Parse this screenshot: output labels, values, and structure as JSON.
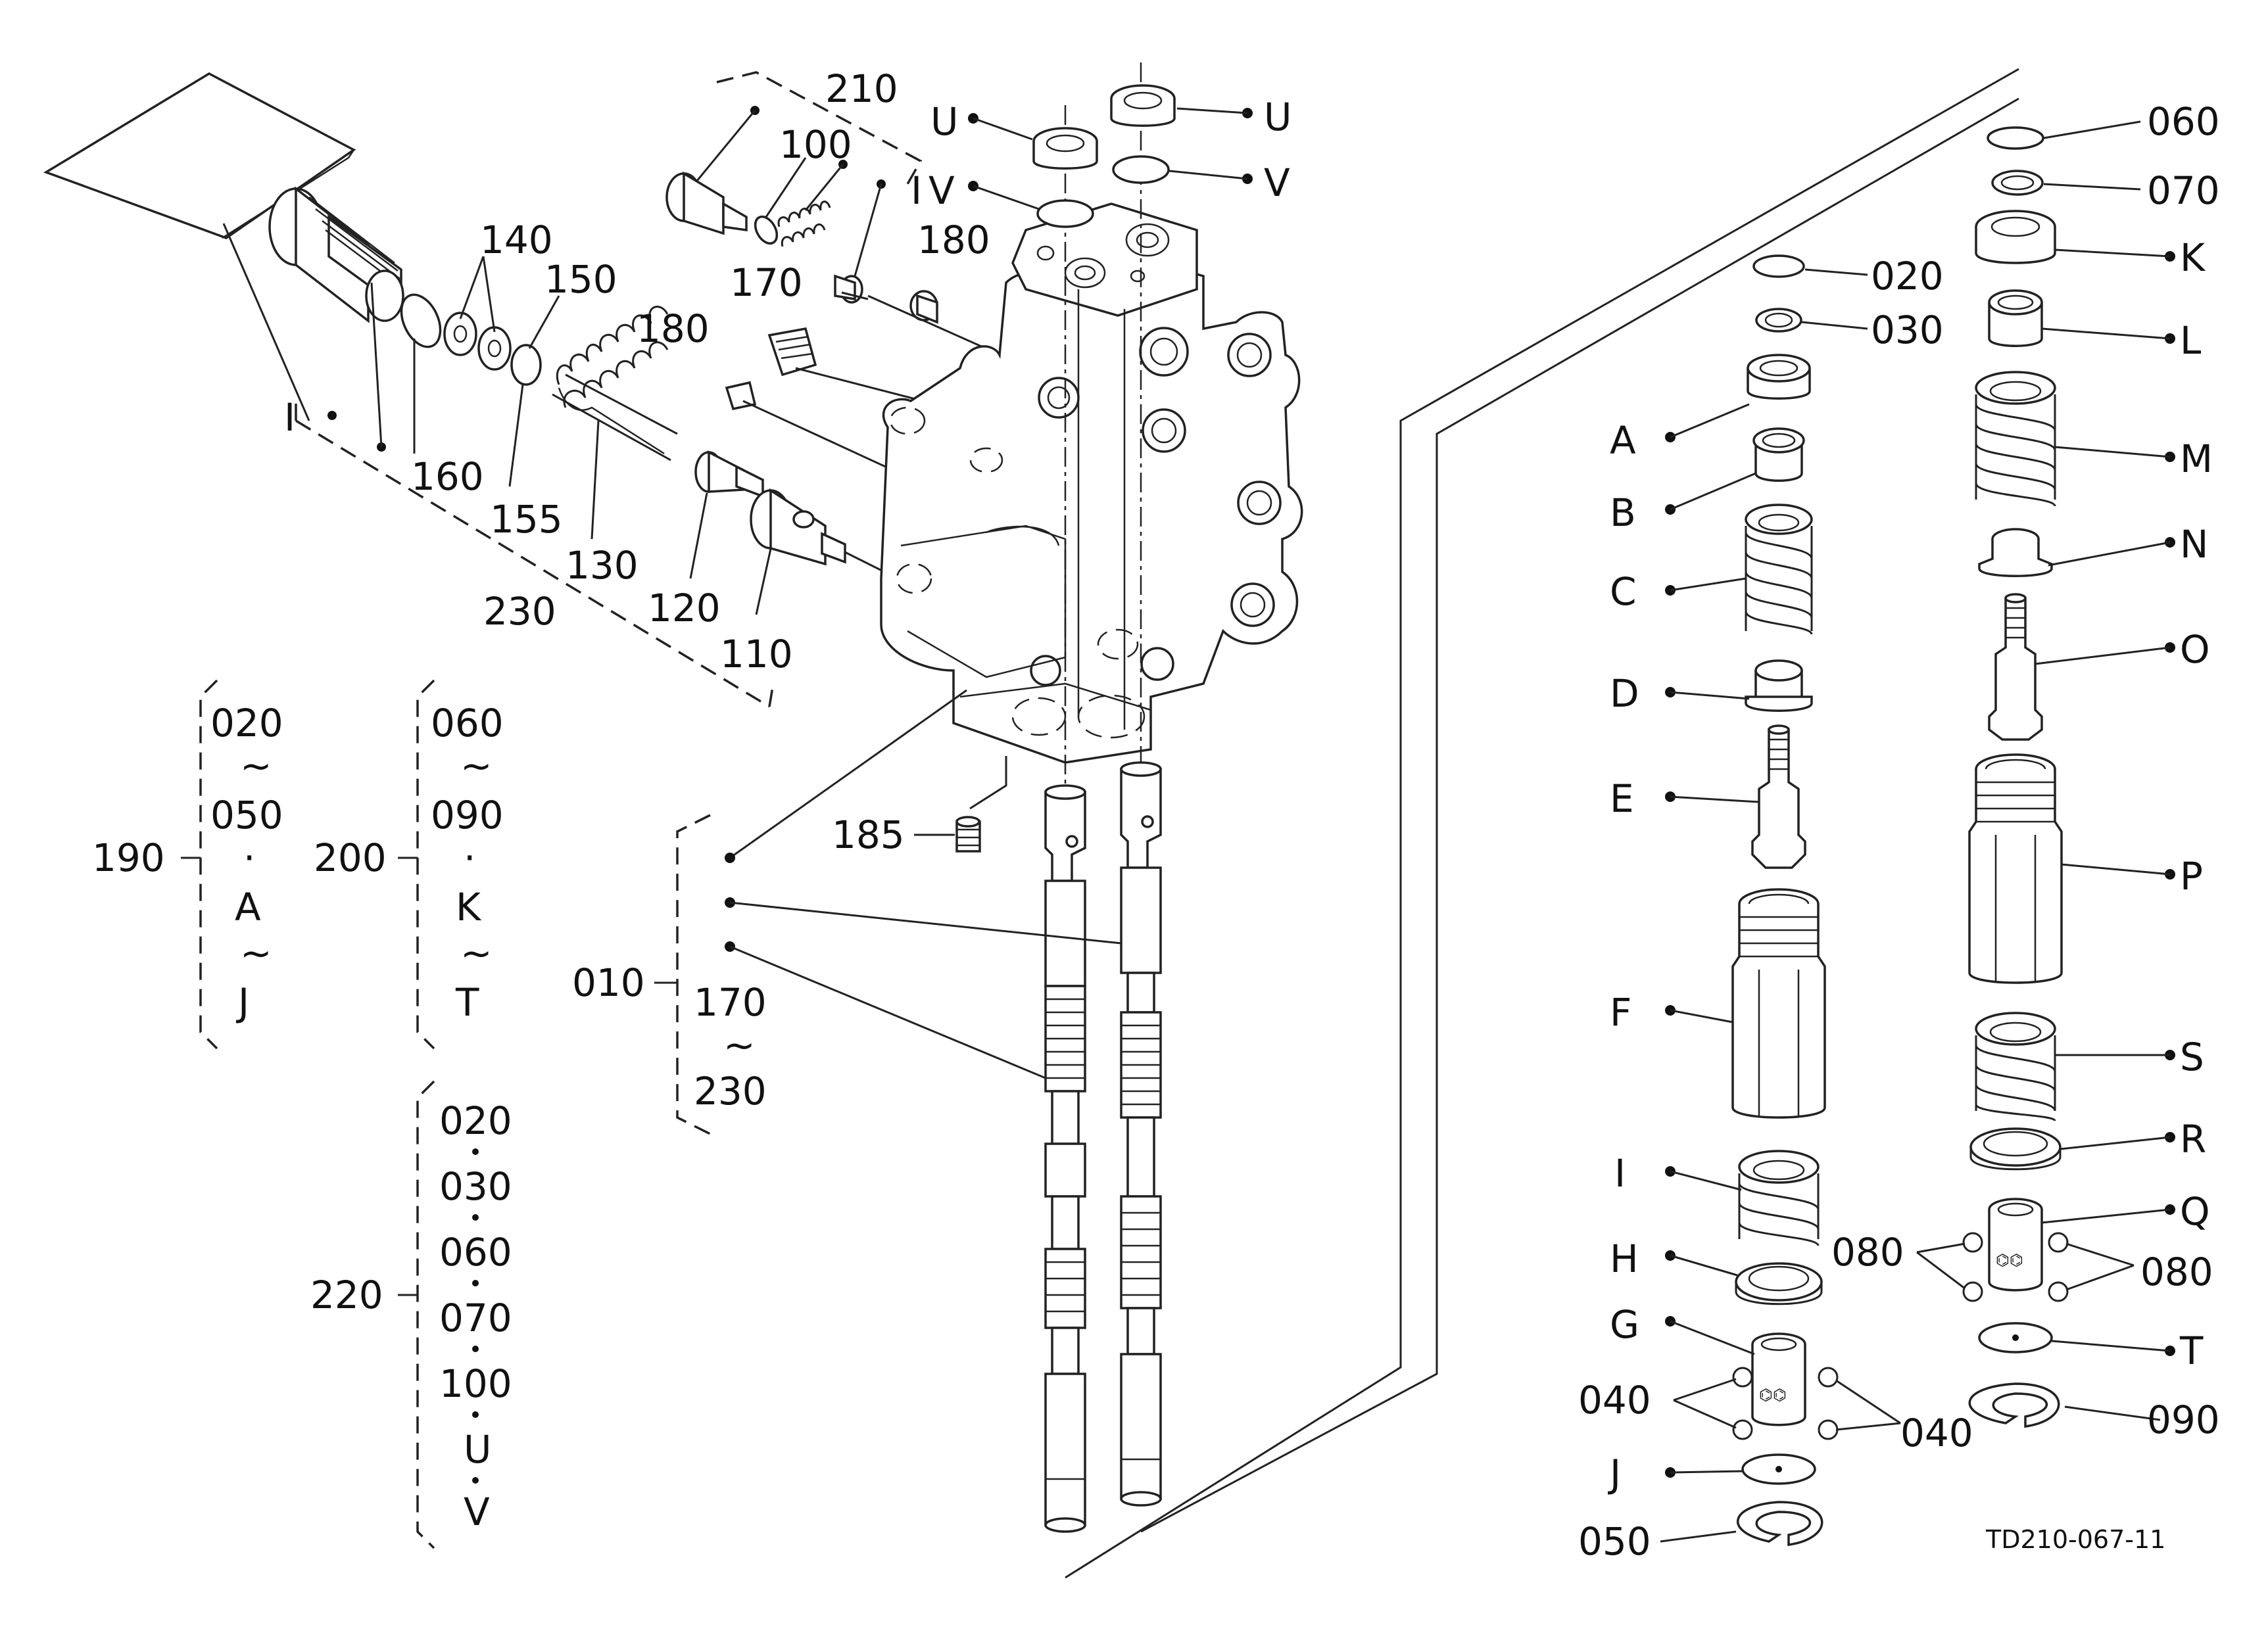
{
  "drawing_code": "TD210-067-11",
  "group_labels": {
    "g010": {
      "main": "010",
      "from": "170",
      "tilde": "~",
      "to": "230"
    },
    "g190": [
      "020",
      "~",
      "050",
      "·",
      "A",
      "~",
      "J"
    ],
    "g190_label": "190",
    "g200": [
      "060",
      "~",
      "090",
      "·",
      "K",
      "~",
      "T"
    ],
    "g200_label": "200",
    "g220": [
      "020",
      "030",
      "060",
      "070",
      "100",
      "U",
      "V"
    ],
    "g220_label": "220"
  },
  "left_labels": {
    "l210": "210",
    "l100": "100",
    "l180a": "180",
    "l170": "170",
    "l180b": "180",
    "l140": "140",
    "l150": "150",
    "l160": "160",
    "l155": "155",
    "l130": "130",
    "l120": "120",
    "l110": "110",
    "l230": "230",
    "l185": "185",
    "u_left": "U",
    "u_right": "U",
    "v_left": "V",
    "v_right": "V",
    "bar_i": "I",
    "bar_i2": "I"
  },
  "right_labels": {
    "r020": "020",
    "r030": "030",
    "rA": "A",
    "rB": "B",
    "rC": "C",
    "rD": "D",
    "rE": "E",
    "rF": "F",
    "rI": "I",
    "rH": "H",
    "rG": "G",
    "r040a": "040",
    "r040b": "040",
    "rJ": "J",
    "r050": "050",
    "r060": "060",
    "r070": "070",
    "rK": "K",
    "rL": "L",
    "rM": "M",
    "rN": "N",
    "rO": "O",
    "rP": "P",
    "rS": "S",
    "rR": "R",
    "rQ": "Q",
    "r080a": "080",
    "r080b": "080",
    "rT": "T",
    "r090": "090"
  }
}
